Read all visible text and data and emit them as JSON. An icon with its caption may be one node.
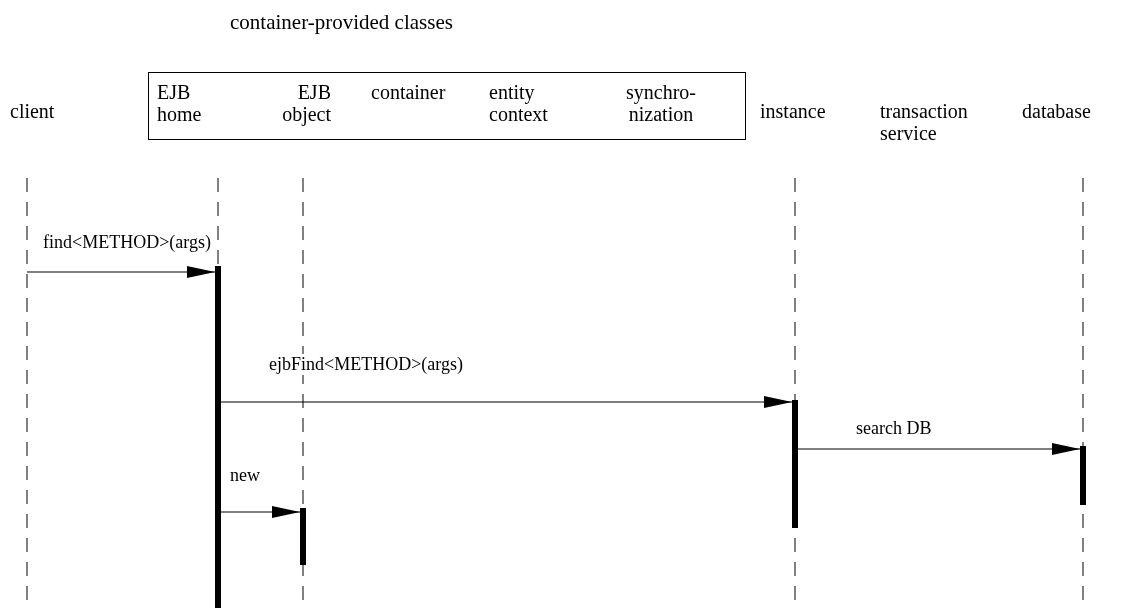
{
  "diagram": {
    "nodes": [
      {
        "text": [
          "client"
        ]
      },
      {
        "text": [
          "container-provided classes"
        ]
      },
      {
        "text": [
          "EJB home"
        ],
        "in": 1
      },
      {
        "text": [
          "EJB object"
        ],
        "in": 1
      },
      {
        "text": [
          "container"
        ],
        "in": 1
      },
      {
        "text": [
          "entity context"
        ],
        "in": 1
      },
      {
        "text": [
          "synchro-nization"
        ],
        "in": 1
      },
      {
        "text": [
          "instance"
        ]
      },
      {
        "text": [
          "transaction service"
        ]
      },
      {
        "text": [
          "database"
        ]
      },
      {
        "text": [],
        "shape": "bar"
      },
      {
        "text": [],
        "shape": "bar"
      },
      {
        "text": [],
        "shape": "bar"
      },
      {
        "text": [],
        "shape": "bar"
      }
    ],
    "edges": [
      {
        "from": null,
        "to": 10,
        "arrow": "to",
        "label": "find<METHOD>(args)"
      },
      {
        "from": 10,
        "to": 11,
        "arrow": "to",
        "label": "ejbFind<METHOD>(args)"
      },
      {
        "from": 11,
        "to": 12,
        "arrow": "to",
        "label": "search DB"
      },
      {
        "from": 10,
        "to": 13,
        "arrow": "to",
        "label": "new"
      }
    ]
  }
}
